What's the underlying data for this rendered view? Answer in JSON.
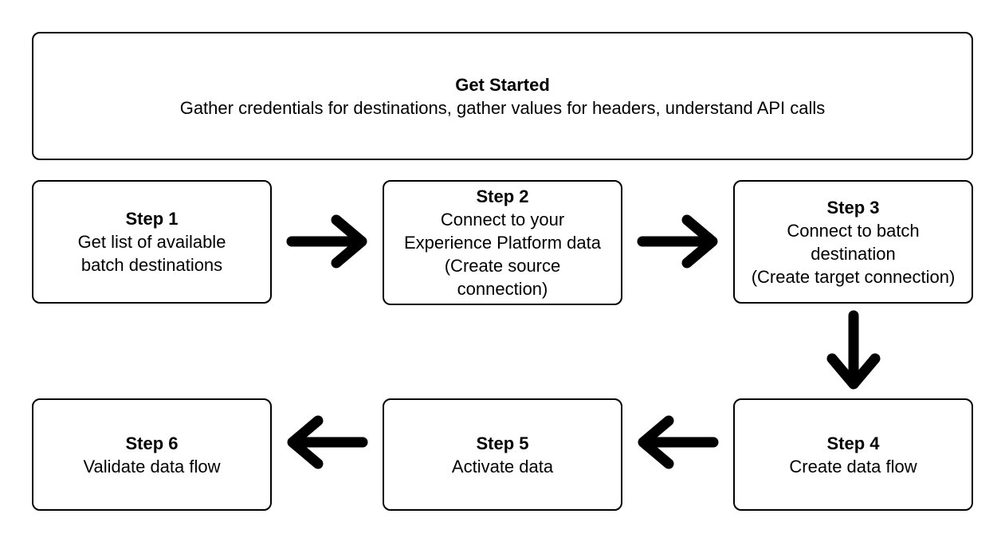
{
  "header": {
    "title": "Get Started",
    "description": "Gather credentials for destinations, gather values for headers, understand API calls"
  },
  "steps": [
    {
      "title": "Step 1",
      "lines": [
        "Get list of available",
        "batch destinations"
      ]
    },
    {
      "title": "Step 2",
      "lines": [
        "Connect to your",
        "Experience Platform data",
        "(Create source",
        "connection)"
      ]
    },
    {
      "title": "Step 3",
      "lines": [
        "Connect to batch",
        "destination",
        "(Create target connection)"
      ]
    },
    {
      "title": "Step 4",
      "lines": [
        "Create data flow"
      ]
    },
    {
      "title": "Step 5",
      "lines": [
        "Activate data"
      ]
    },
    {
      "title": "Step 6",
      "lines": [
        "Validate data flow"
      ]
    }
  ],
  "colors": {
    "stroke": "#000000",
    "background": "#ffffff"
  }
}
